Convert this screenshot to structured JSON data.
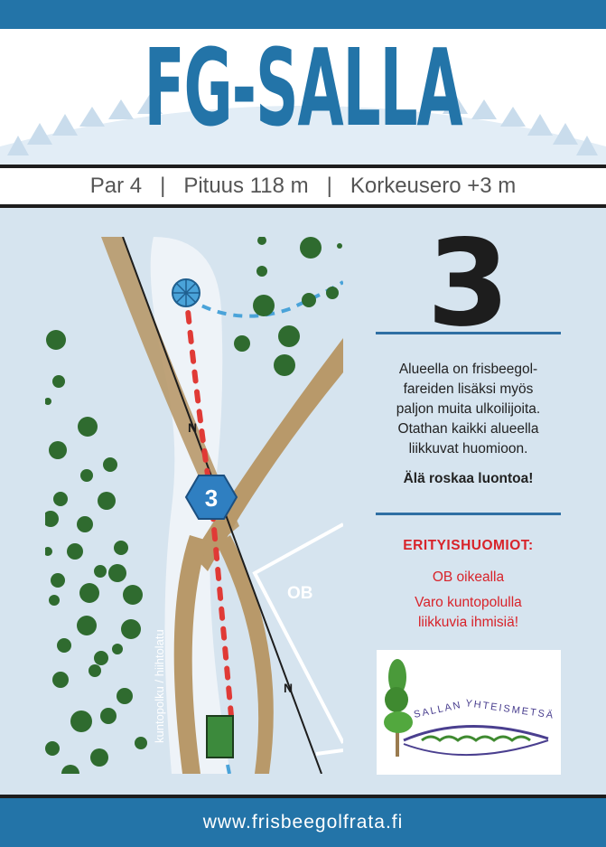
{
  "header": {
    "title": "FG-SALLA"
  },
  "info": {
    "par": "Par 4",
    "separator": "|",
    "length": "Pituus 118 m",
    "elevation": "Korkeusero +3 m"
  },
  "map": {
    "ob_label": "OB",
    "north_label": "N",
    "hole_badge": "3",
    "trail_label": "kuntopolku / hiihtolatu"
  },
  "hole": {
    "number": "3"
  },
  "description": {
    "lines": [
      "Alueella on frisbeegol-",
      "fareiden lisäksi myös",
      "paljon muita ulkoilijoita.",
      "Otathan kaikki alueella",
      "liikkuvat huomioon."
    ],
    "warning": "Älä roskaa luontoa!"
  },
  "special": {
    "title": "ERITYISHUOMIOT:",
    "lines": [
      "OB oikealla",
      "Varo kuntopolulla",
      "liikkuvia ihmisiä!"
    ]
  },
  "logo": {
    "text_top": "SALLAN",
    "text_bottom": "YHTEISMETSÄ"
  },
  "footer": {
    "url": "www.frisbeegolfrata.fi"
  },
  "colors": {
    "brand_blue": "#2374a8",
    "path_tan": "#b8996a",
    "tree_green": "#2f6b2f",
    "throw_line": "#e03a36",
    "dashed_blue": "#4aa3d9",
    "map_bg": "#d6e4ef",
    "fairway": "#eef3f8"
  }
}
